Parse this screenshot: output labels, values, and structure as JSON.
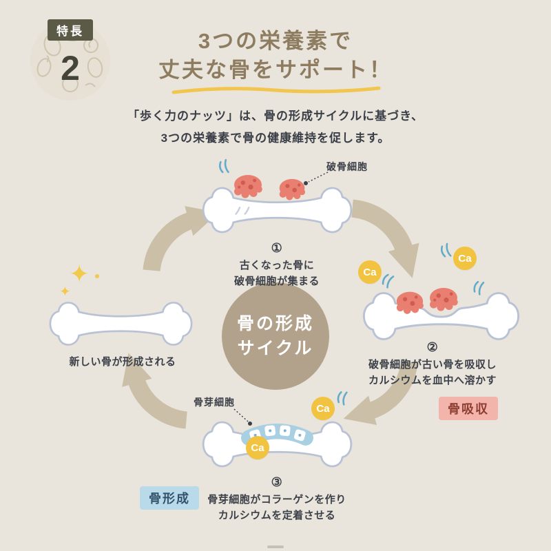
{
  "badge": {
    "label": "特長",
    "number": "2"
  },
  "title": {
    "line1": "3つの栄養素で",
    "line2": "丈夫な骨をサポート！"
  },
  "intro": {
    "line1": "「歩く力のナッツ」は、骨の形成サイクルに基づき、",
    "line2": "3つの栄養素で骨の健康維持を促します。"
  },
  "cycle": {
    "center": {
      "line1": "骨の形成",
      "line2": "サイクル"
    },
    "steps": [
      {
        "num": "①",
        "line1": "古くなった骨に",
        "line2": "破骨細胞が集まる"
      },
      {
        "num": "②",
        "line1": "破骨細胞が古い骨を吸収し",
        "line2": "カルシウムを血中へ溶かす",
        "tag": "骨吸収"
      },
      {
        "num": "③",
        "line1": "骨芽細胞がコラーゲンを作り",
        "line2": "カルシウムを定着させる",
        "tag": "骨形成"
      }
    ],
    "new_bone_note": "新しい骨が形成される",
    "cell_labels": {
      "osteoclast": "破骨細胞",
      "osteoblast": "骨芽細胞"
    }
  },
  "ca": "Ca",
  "colors": {
    "background": "#eae5dc",
    "title_brown": "#8d7c5f",
    "text_dark": "#3c4049",
    "accent_yellow": "#f2c54e",
    "arrow_tan": "#cbbfa8",
    "center_circle_tan": "#b2a28b",
    "bone_outline": "#b9c2d5",
    "osteoclast_red": "#e97f70",
    "osteoblast_blue": "#a9cfe2",
    "ca_yellow": "#f1c340",
    "resorption_tag_bg": "#f3b5ab",
    "resorption_tag_text": "#8e3d31",
    "formation_tag_bg": "#b9dbe9",
    "formation_tag_text": "#34526e",
    "badge_dark": "#5b5a47"
  }
}
